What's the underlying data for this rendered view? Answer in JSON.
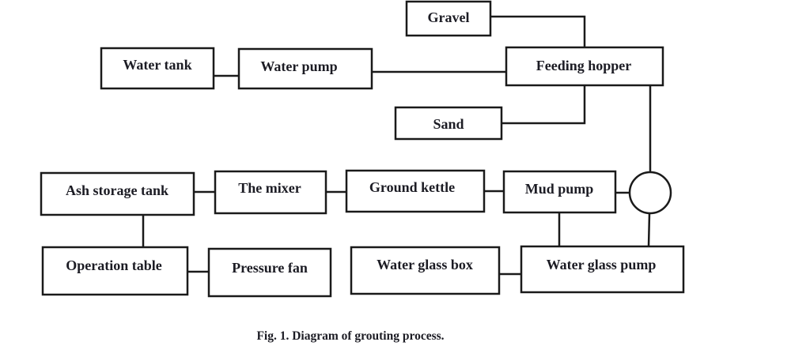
{
  "diagram": {
    "nodes": {
      "gravel": "Gravel",
      "water_tank": "Water tank",
      "water_pump": "Water pump",
      "feeding_hopper": "Feeding hopper",
      "sand": "Sand",
      "ash_storage_tank": "Ash storage tank",
      "the_mixer": "The mixer",
      "ground_kettle": "Ground kettle",
      "mud_pump": "Mud pump",
      "operation_table": "Operation table",
      "pressure_fan": "Pressure fan",
      "water_glass_box": "Water glass box",
      "water_glass_pump": "Water glass pump"
    },
    "edges": [
      [
        "gravel",
        "feeding_hopper"
      ],
      [
        "water_tank",
        "water_pump"
      ],
      [
        "water_pump",
        "feeding_hopper"
      ],
      [
        "sand",
        "feeding_hopper"
      ],
      [
        "feeding_hopper",
        "junction"
      ],
      [
        "ash_storage_tank",
        "the_mixer"
      ],
      [
        "the_mixer",
        "ground_kettle"
      ],
      [
        "ground_kettle",
        "mud_pump"
      ],
      [
        "mud_pump",
        "junction"
      ],
      [
        "junction",
        "water_glass_pump"
      ],
      [
        "mud_pump",
        "water_glass_pump"
      ],
      [
        "ash_storage_tank",
        "operation_table"
      ],
      [
        "operation_table",
        "pressure_fan"
      ],
      [
        "water_glass_box",
        "water_glass_pump"
      ]
    ]
  },
  "caption": "Fig. 1. Diagram of grouting process."
}
